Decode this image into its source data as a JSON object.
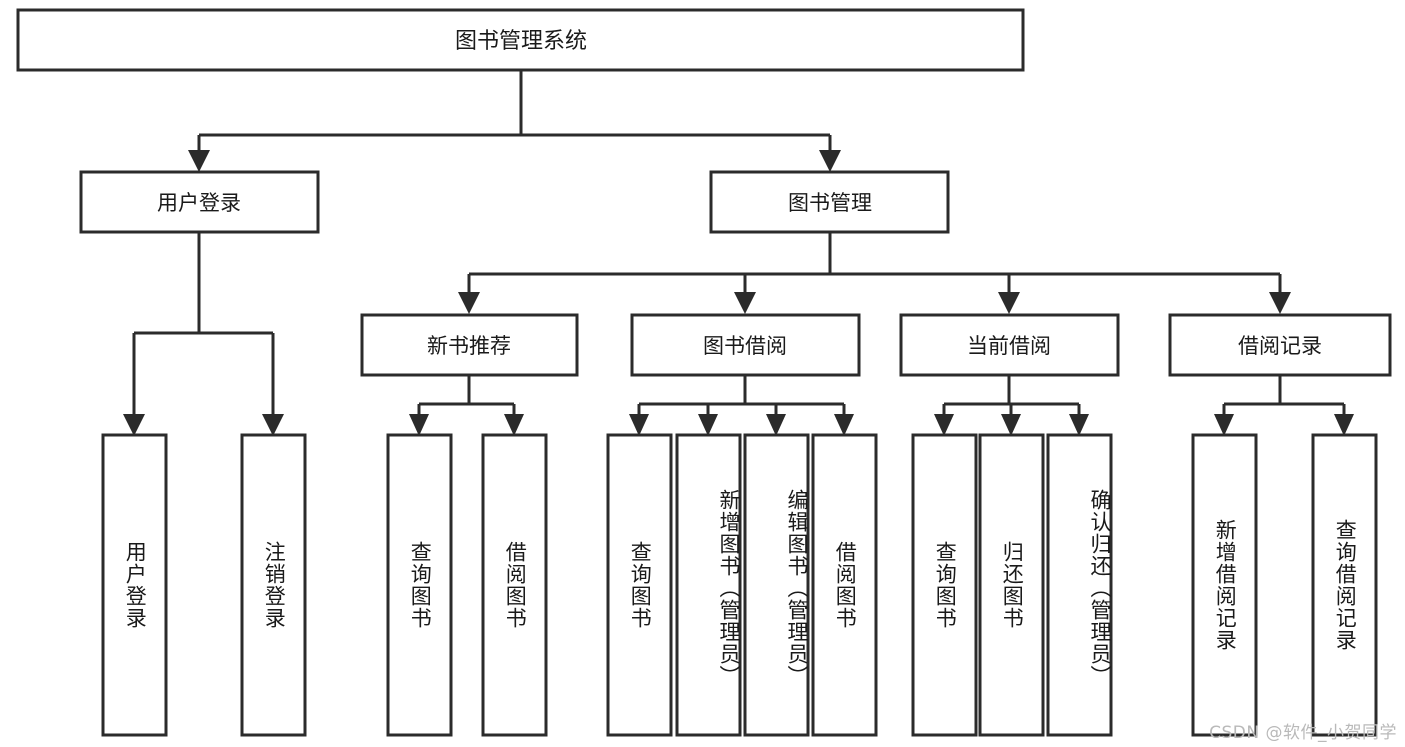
{
  "diagram": {
    "type": "tree-hierarchy-flowchart",
    "title": "图书管理系统",
    "root": {
      "id": "root",
      "label": "图书管理系统"
    },
    "level1": [
      {
        "id": "user-login",
        "label": "用户登录"
      },
      {
        "id": "book-management",
        "label": "图书管理"
      }
    ],
    "level2": [
      {
        "id": "new-book-recommend",
        "label": "新书推荐",
        "parent": "book-management"
      },
      {
        "id": "book-borrow",
        "label": "图书借阅",
        "parent": "book-management"
      },
      {
        "id": "current-borrow",
        "label": "当前借阅",
        "parent": "book-management"
      },
      {
        "id": "borrow-record",
        "label": "借阅记录",
        "parent": "book-management"
      }
    ],
    "leaves": {
      "user-login": [
        {
          "id": "leaf-user-login",
          "label": "用户登录"
        },
        {
          "id": "leaf-user-logout",
          "label": "注销登录"
        }
      ],
      "new-book-recommend": [
        {
          "id": "leaf-query-book-1",
          "label": "查询图书"
        },
        {
          "id": "leaf-borrow-book-1",
          "label": "借阅图书"
        }
      ],
      "book-borrow": [
        {
          "id": "leaf-query-book-2",
          "label": "查询图书"
        },
        {
          "id": "leaf-add-book",
          "label": "新增图书（管理员）"
        },
        {
          "id": "leaf-edit-book",
          "label": "编辑图书（管理员）"
        },
        {
          "id": "leaf-borrow-book-2",
          "label": "借阅图书"
        }
      ],
      "current-borrow": [
        {
          "id": "leaf-query-book-3",
          "label": "查询图书"
        },
        {
          "id": "leaf-return-book",
          "label": "归还图书"
        },
        {
          "id": "leaf-confirm-return",
          "label": "确认归还（管理员）"
        }
      ],
      "borrow-record": [
        {
          "id": "leaf-add-record",
          "label": "新增借阅记录"
        },
        {
          "id": "leaf-query-record",
          "label": "查询借阅记录"
        }
      ]
    },
    "colors": {
      "stroke": "#2b2b2b",
      "fill": "#ffffff",
      "text": "#1a1a1a",
      "watermark": "#b9b9b9",
      "background": "#ffffff"
    }
  },
  "watermark": {
    "text": "CSDN @软件_小贺同学"
  }
}
